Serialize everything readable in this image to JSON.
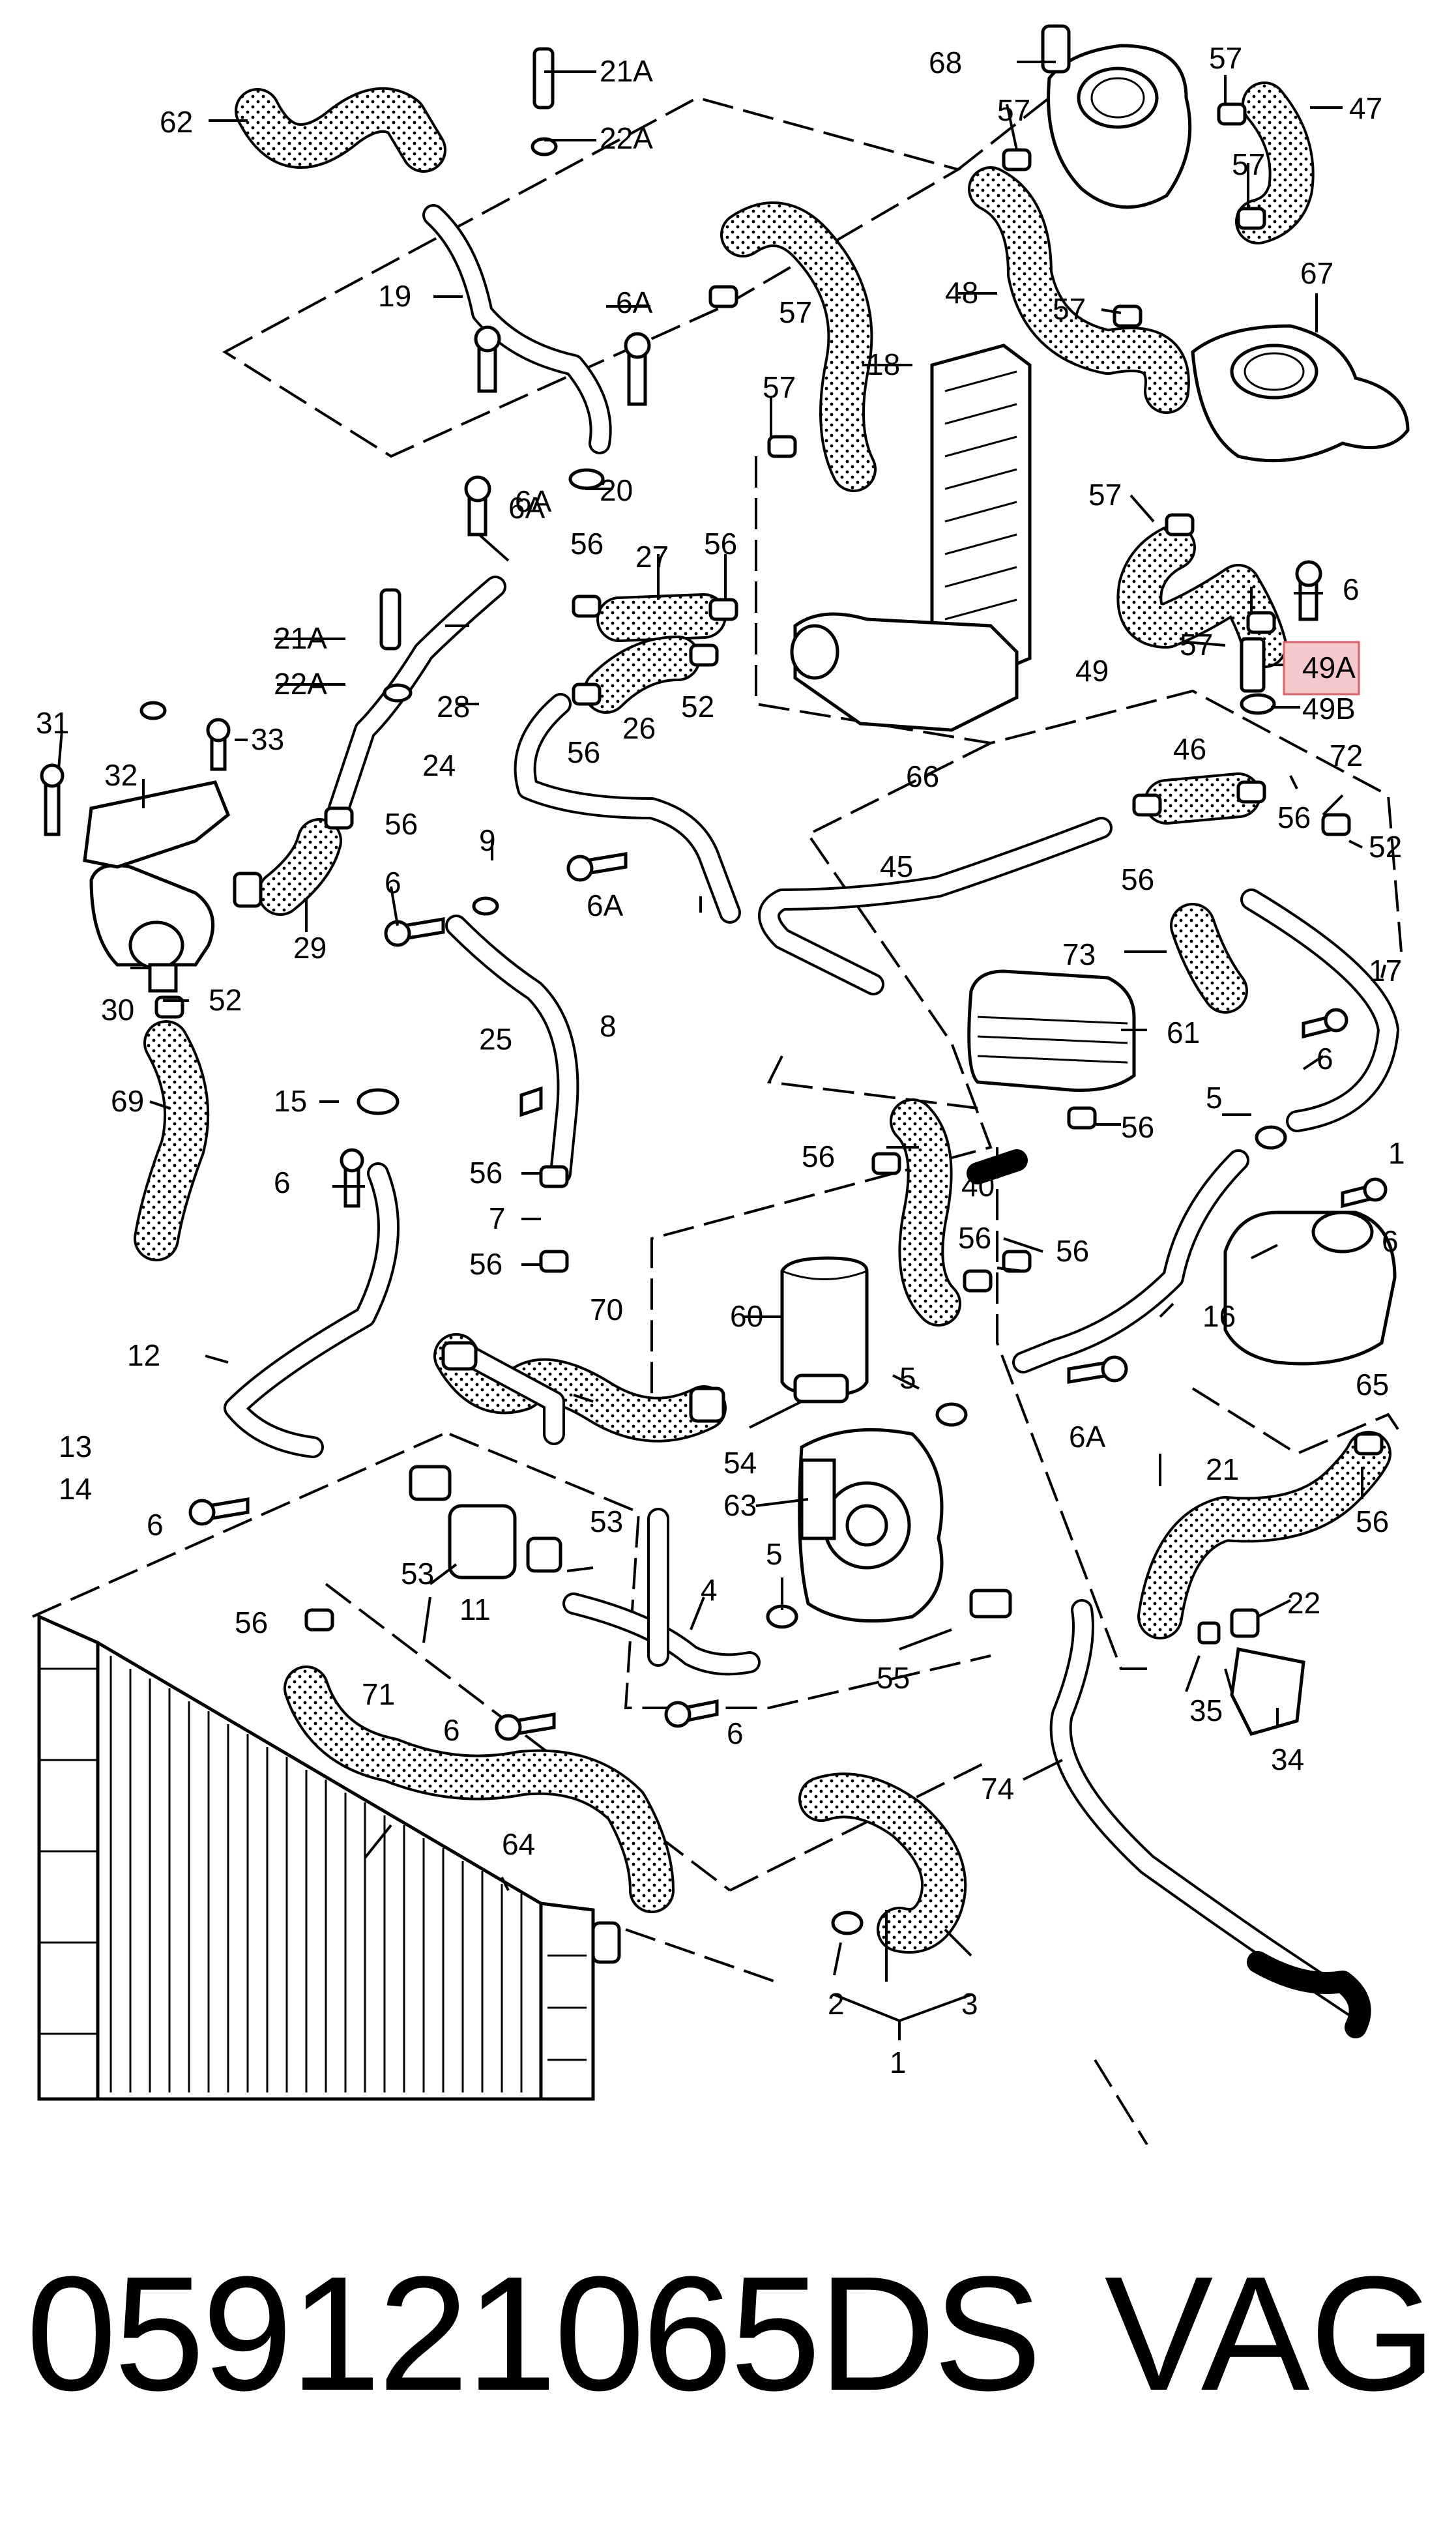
{
  "part_number": "059121065DS",
  "brand": "VAG",
  "highlight_label": "49A",
  "callouts": [
    "1",
    "2",
    "3",
    "4",
    "5",
    "6",
    "6A",
    "7",
    "8",
    "9",
    "11",
    "12",
    "13",
    "14",
    "15",
    "16",
    "17",
    "18",
    "19",
    "20",
    "21",
    "21A",
    "22",
    "22A",
    "24",
    "25",
    "26",
    "27",
    "28",
    "29",
    "30",
    "31",
    "32",
    "33",
    "34",
    "35",
    "40",
    "45",
    "46",
    "47",
    "48",
    "49",
    "49A",
    "49B",
    "52",
    "53",
    "54",
    "55",
    "56",
    "57",
    "60",
    "61",
    "62",
    "63",
    "64",
    "65",
    "66",
    "67",
    "68",
    "69",
    "70",
    "71",
    "72",
    "73",
    "74"
  ],
  "colors": {
    "line": "#000000",
    "highlight_fill": "#f5c9cc",
    "highlight_border": "#d9636d",
    "background": "#ffffff"
  }
}
